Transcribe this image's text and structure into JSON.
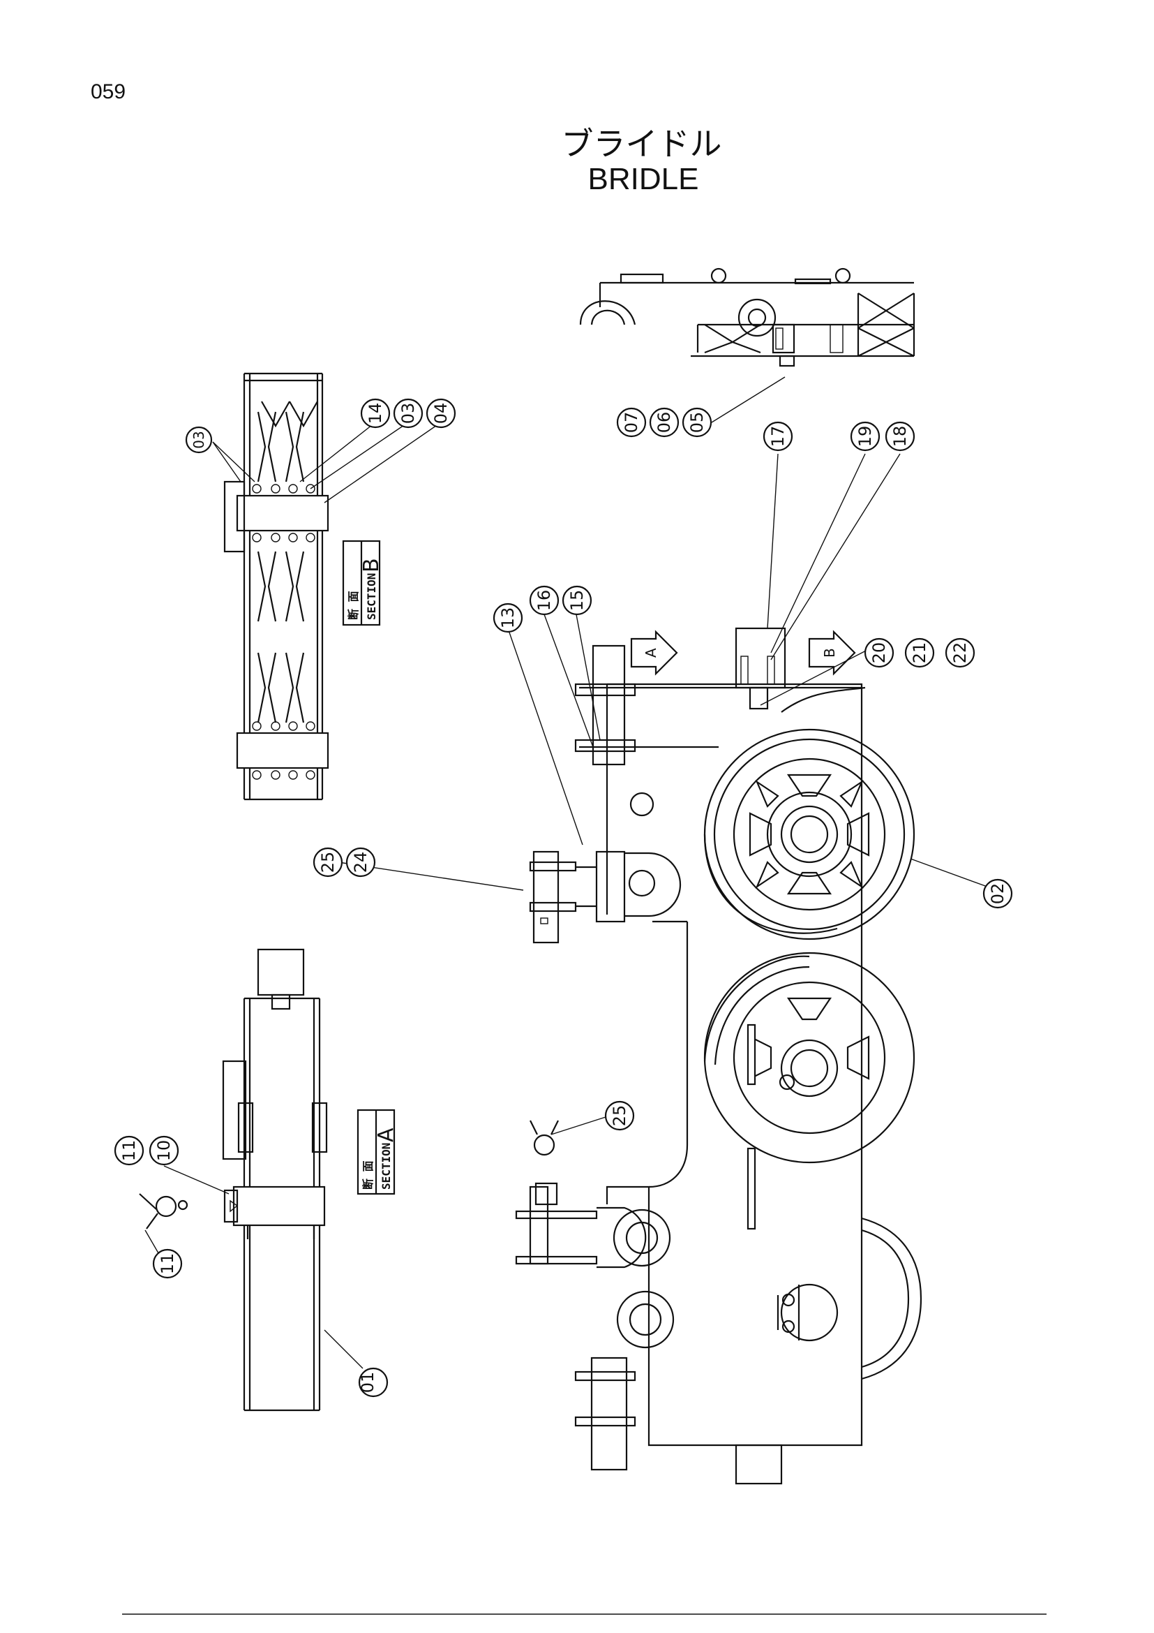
{
  "page_number": "059",
  "title_jp": "ブライドル",
  "title_en": "BRIDLE",
  "callouts": {
    "c01": "01",
    "c02": "02",
    "c03a": "03",
    "c03b": "03",
    "c04": "04",
    "c05": "05",
    "c06": "06",
    "c07": "07",
    "c10": "10",
    "c11a": "11",
    "c11b": "11",
    "c13": "13",
    "c14": "14",
    "c15": "15",
    "c16": "16",
    "c17": "17",
    "c18": "18",
    "c19": "19",
    "c20": "20",
    "c21": "21",
    "c22": "22",
    "c24": "24",
    "c25a": "25",
    "c25b": "25"
  },
  "section_labels": {
    "b": {
      "jp": "断 面",
      "word": "SECTION",
      "letter": "B"
    },
    "a": {
      "jp": "断 面",
      "word": "SECTION",
      "letter": "A"
    }
  },
  "view_arrows": {
    "a": "A",
    "b": "B"
  }
}
